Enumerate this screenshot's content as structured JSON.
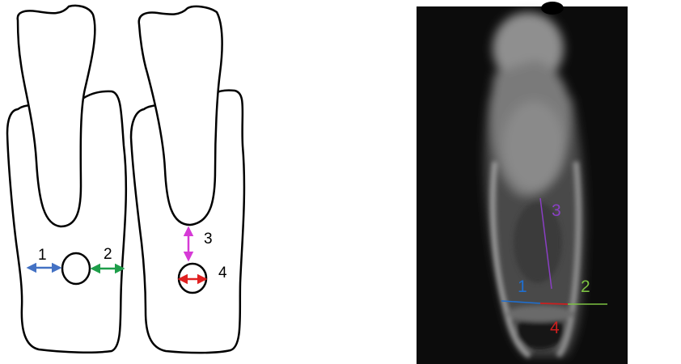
{
  "diagram": {
    "labels": {
      "m1": "1",
      "m2": "2",
      "m3": "3",
      "m4": "4"
    },
    "colors": {
      "m1": "#4472c4",
      "m2": "#1e9e4a",
      "m3": "#d63ad6",
      "m4": "#e02020"
    }
  },
  "ct_scan": {
    "labels": {
      "m1": "1",
      "m2": "2",
      "m3": "3",
      "m4": "4"
    },
    "colors": {
      "m1": "#1f6fd0",
      "m2": "#7cc142",
      "m3": "#8a3fc4",
      "m4": "#cc1f1f"
    }
  }
}
